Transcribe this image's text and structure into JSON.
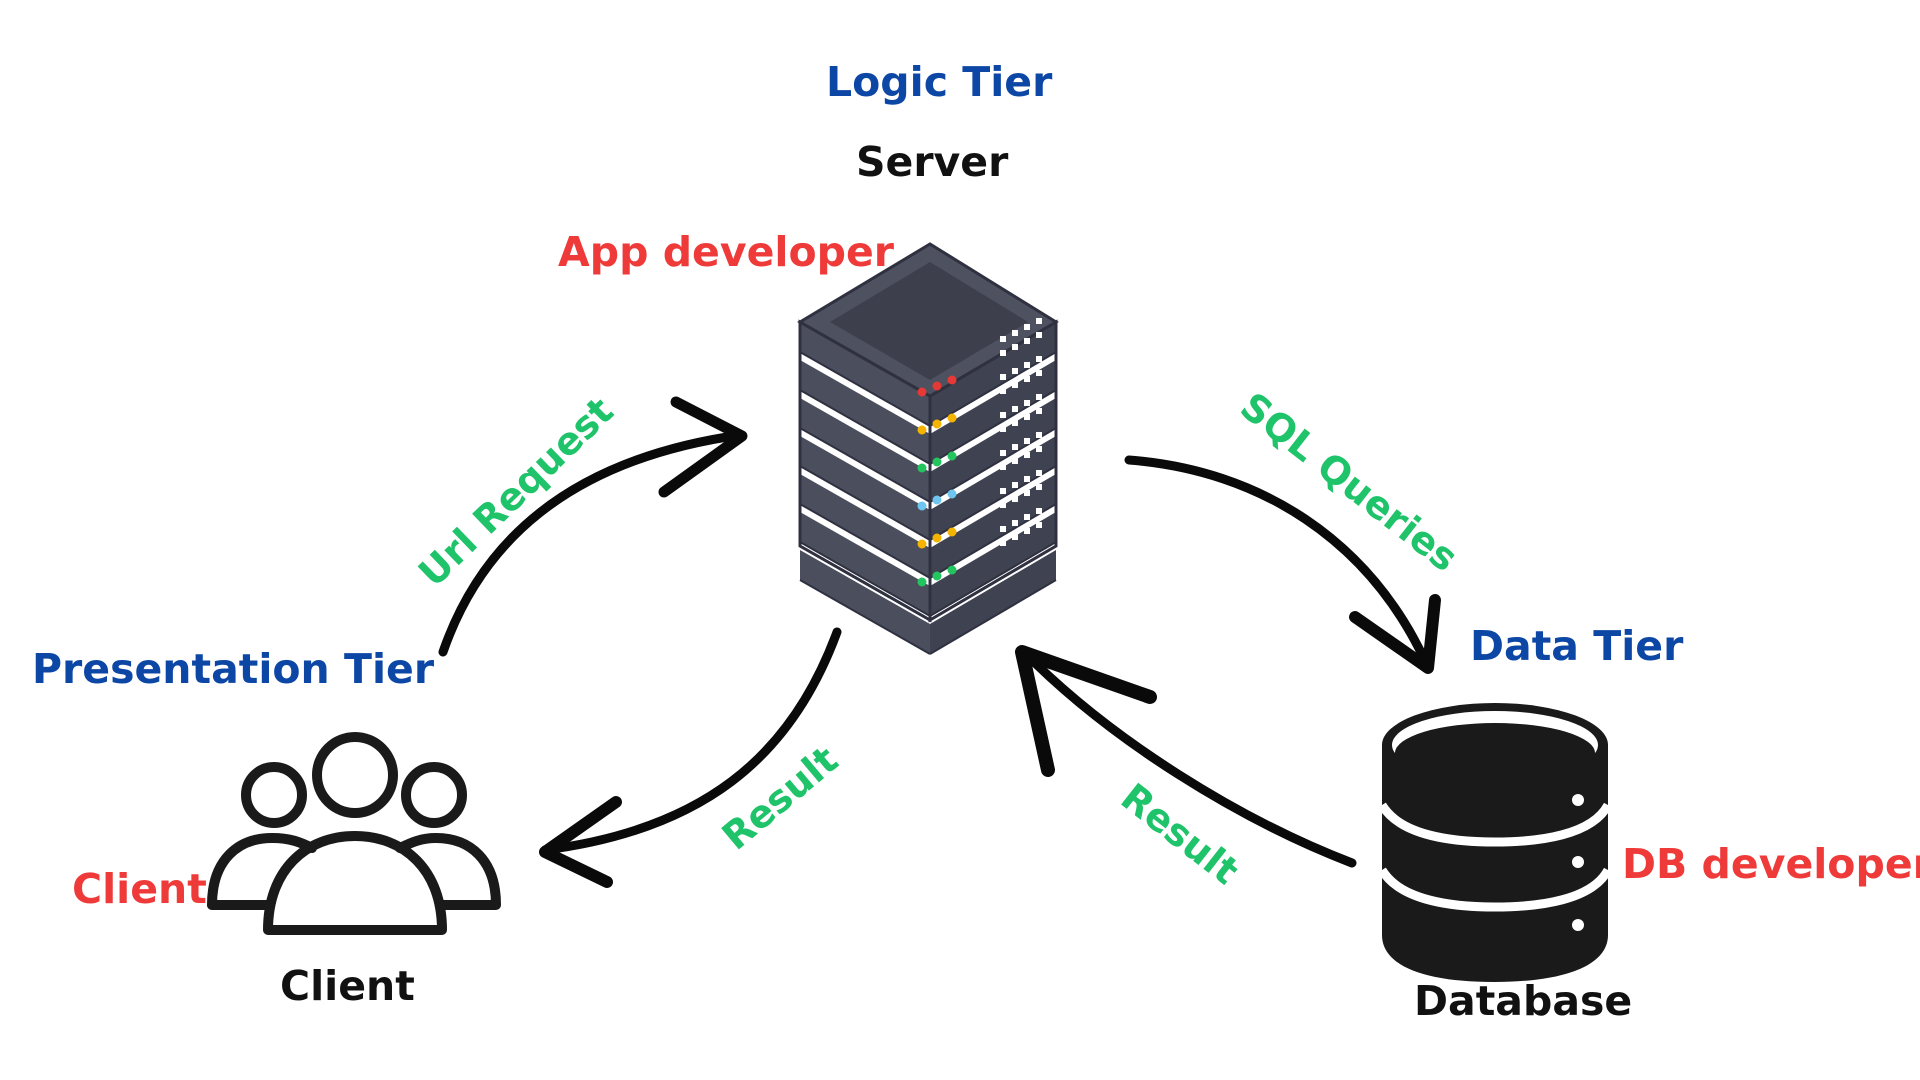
{
  "logic_tier": {
    "tier_label": "Logic Tier",
    "node_label": "Server",
    "role_label": "App developer"
  },
  "presentation_tier": {
    "tier_label": "Presentation Tier",
    "node_label": "Client",
    "role_label": "Client"
  },
  "data_tier": {
    "tier_label": "Data Tier",
    "node_label": "Database",
    "role_label": "DB developer"
  },
  "flows": {
    "url_request": "Url Request",
    "sql_queries": "SQL Queries",
    "result_to_client": "Result",
    "result_to_server": "Result"
  },
  "colors": {
    "tier": "#0d47a6",
    "role": "#ef3a3a",
    "flow": "#1ec36a",
    "node_name": "#111111",
    "server_body": "#4e5260",
    "server_top": "#3d404c",
    "server_led_red": "#e53935",
    "server_led_yellow": "#f5b400",
    "server_led_green": "#22c55e",
    "server_led_blue": "#6ec6f0"
  },
  "icons": {
    "server": "server-rack-icon",
    "client": "users-group-icon",
    "database": "database-stack-icon"
  }
}
